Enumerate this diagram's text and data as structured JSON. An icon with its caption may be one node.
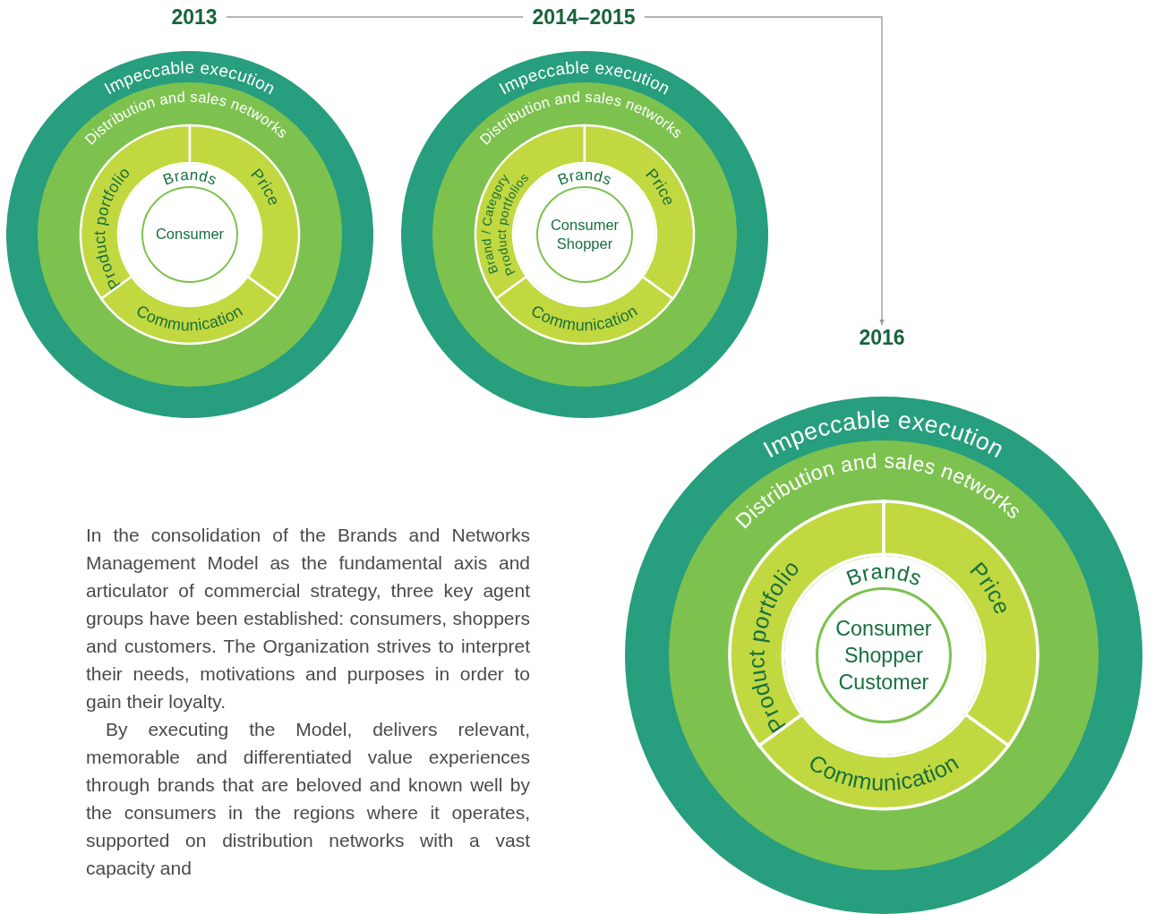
{
  "diagram": {
    "nodes": [
      {
        "text": [
          "2013"
        ]
      },
      {
        "text": [
          "2014–2015"
        ]
      },
      {
        "text": [
          "2016"
        ]
      },
      {
        "text": [
          "Impeccable execution"
        ]
      },
      {
        "text": [
          "Distribution and sales networks"
        ],
        "in": 3
      },
      {
        "text": [
          "Product portfolio"
        ],
        "in": 4
      },
      {
        "text": [
          "Price"
        ],
        "in": 4
      },
      {
        "text": [
          "Communication"
        ],
        "in": 4
      },
      {
        "text": [
          "Brands"
        ],
        "in": 4
      },
      {
        "text": [
          "Consumer"
        ],
        "in": 8
      },
      {
        "text": [
          "Impeccable execution"
        ]
      },
      {
        "text": [
          "Distribution and sales networks"
        ],
        "in": 10
      },
      {
        "text": [
          "Brand / Category Product portfolios"
        ],
        "in": 11
      },
      {
        "text": [
          "Price"
        ],
        "in": 11
      },
      {
        "text": [
          "Communication"
        ],
        "in": 11
      },
      {
        "text": [
          "Brands"
        ],
        "in": 11
      },
      {
        "text": [
          "Consumer Shopper"
        ],
        "in": 15
      },
      {
        "text": [
          "Impeccable execution"
        ]
      },
      {
        "text": [
          "Distribution and sales networks"
        ],
        "in": 17
      },
      {
        "text": [
          "Product portfolio"
        ],
        "in": 18
      },
      {
        "text": [
          "Price"
        ],
        "in": 18
      },
      {
        "text": [
          "Communication"
        ],
        "in": 18
      },
      {
        "text": [
          "Brands"
        ],
        "in": 18
      },
      {
        "text": [
          "Consumer Shopper Customer"
        ],
        "in": 22
      }
    ],
    "edges": [
      {
        "from": 0,
        "to": 1,
        "arrow": "none"
      },
      {
        "from": 1,
        "to": 2,
        "arrow": "to"
      }
    ],
    "labels": [
      "In the consolidation of the Brands and Networks Management Model as the fundamental axis and articulator of commercial strategy, three key agent groups have been established: consumers, shoppers and customers. The Organization strives to interpret their needs, motivations and purposes in order to gain their loyalty.",
      "By executing the Model, delivers relevant, memorable and differentiated value experiences through brands that are beloved and known well by the consumers in the regions where it operates, supported on distribution networks with a vast capacity and"
    ]
  }
}
